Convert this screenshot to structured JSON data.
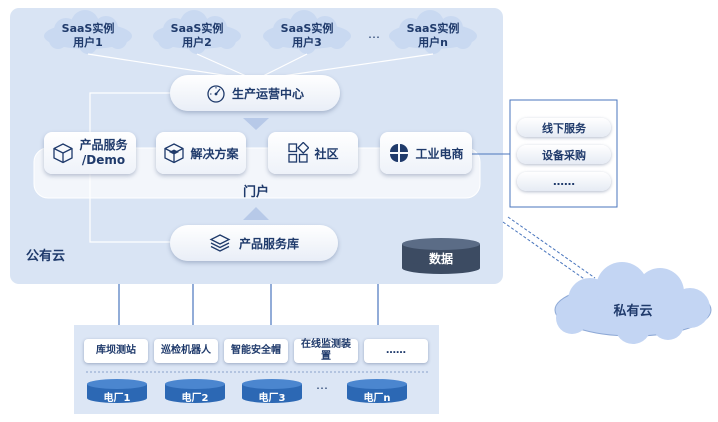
{
  "cloud_users": [
    {
      "line1": "SaaS实例",
      "line2": "用户1"
    },
    {
      "line1": "SaaS实例",
      "line2": "用户2"
    },
    {
      "line1": "SaaS实例",
      "line2": "用户3"
    },
    {
      "line1": "SaaS实例",
      "line2": "用户n"
    }
  ],
  "cloud_ellipsis": "…",
  "ops_center": "生产运营中心",
  "portal_modules": {
    "product_service_line1": "产品服务",
    "product_service_line2": "/Demo",
    "solutions": "解决方案",
    "community": "社区",
    "industrial_ecommerce": "工业电商"
  },
  "portal": "门户",
  "product_library": "产品服务库",
  "public_cloud": "公有云",
  "data_store": "数据",
  "side_panel": [
    "线下服务",
    "设备采购",
    "……"
  ],
  "private_cloud": "私有云",
  "devices": [
    {
      "line1": "库坝测站",
      "line2": ""
    },
    {
      "line1": "巡检机器人",
      "line2": ""
    },
    {
      "line1": "智能安全帽",
      "line2": ""
    },
    {
      "line1": "在线监测装",
      "line2": "置"
    },
    {
      "line1": "……",
      "line2": ""
    }
  ],
  "plants": [
    "电厂1",
    "电厂2",
    "电厂3",
    "电厂n"
  ],
  "plant_ellipsis": "…",
  "colors": {
    "public_cloud_bg": "#d9e4f4",
    "bottom_panel_bg": "#dce6f5",
    "cloud_fill": "#c9d9f1",
    "private_cloud_fill": "#c3d5f3",
    "database_fill": "#2c68b4",
    "data_store_fill": "#3c4b62",
    "arrow": "#b7c9e8",
    "connector": "#4a76bd",
    "text": "#1f3a6b"
  },
  "icons": [
    "dial-icon",
    "cube-icon",
    "box-icon",
    "grid-icon",
    "petal-icon",
    "layers-icon"
  ]
}
